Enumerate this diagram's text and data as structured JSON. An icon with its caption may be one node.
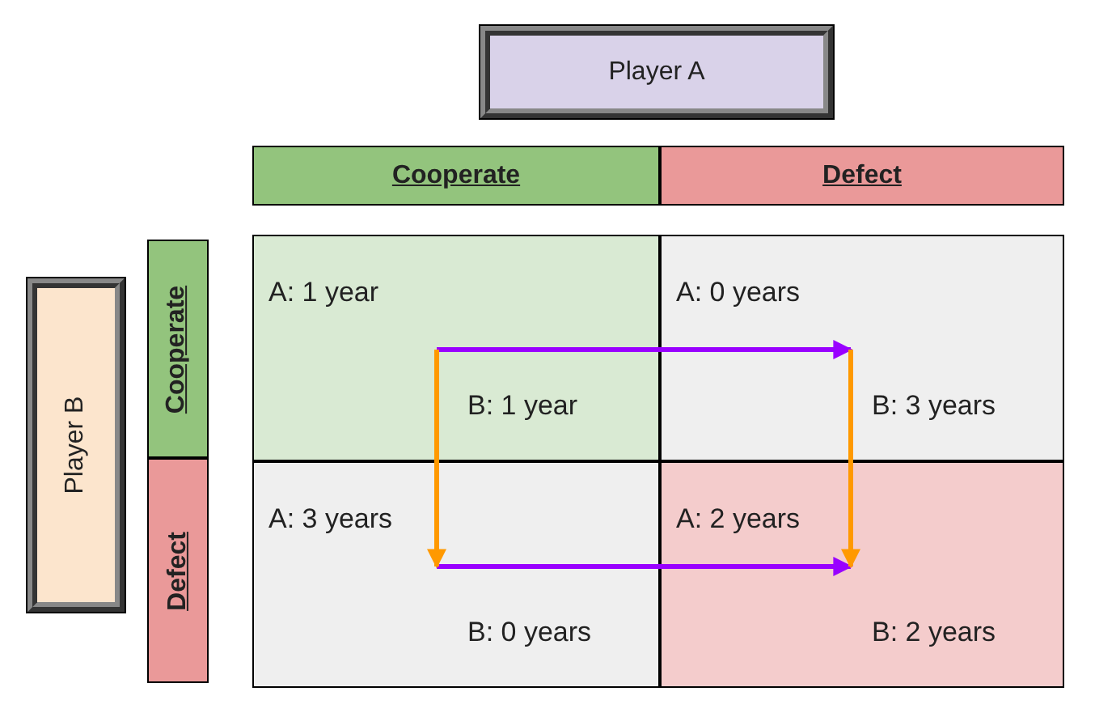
{
  "diagram": {
    "nodes": [
      {
        "text": [
          "Player A"
        ]
      },
      {
        "text": [
          "Cooperate"
        ]
      },
      {
        "text": [
          "Defect"
        ]
      },
      {
        "text": [
          "Player B"
        ]
      },
      {
        "text": [
          "Cooperate"
        ]
      },
      {
        "text": [
          "A: 1 year",
          "B: 1 year"
        ]
      },
      {
        "text": [
          "A: 0 years",
          "B: 3 years"
        ]
      },
      {
        "text": [
          "Defect"
        ]
      },
      {
        "text": [
          "A: 3 years",
          "B: 0 years"
        ]
      },
      {
        "text": [
          "A: 2 years",
          "B: 2 years"
        ]
      }
    ],
    "edges": [
      {
        "from": 5,
        "to": 6,
        "arrow": "to",
        "color": "#9900ff"
      },
      {
        "from": 8,
        "to": 9,
        "arrow": "to",
        "color": "#9900ff"
      },
      {
        "from": 5,
        "to": 8,
        "arrow": "to",
        "color": "#ff9900"
      },
      {
        "from": 6,
        "to": 9,
        "arrow": "to",
        "color": "#ff9900"
      }
    ]
  }
}
